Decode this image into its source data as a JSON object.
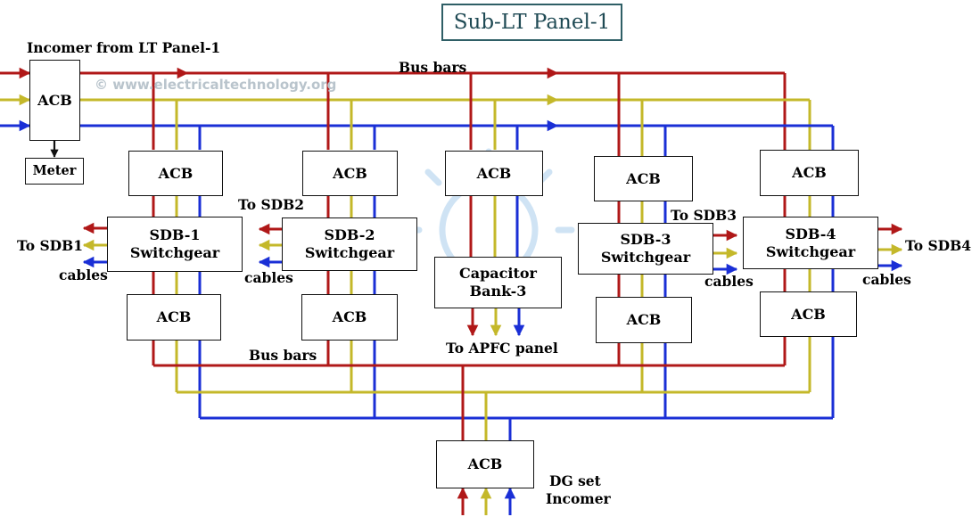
{
  "title": "Sub-LT Panel-1",
  "watermark": "© www.electricaltechnology.org",
  "colors": {
    "red": "#b01818",
    "yellow": "#c4b82a",
    "blue": "#1a2fd6",
    "watermark_bulb": "#cfe3f4"
  },
  "labels": {
    "incomer": "Incomer from LT Panel-1",
    "bus_bars_top": "Bus bars",
    "bus_bars_bottom": "Bus bars",
    "to_sdb1": "To SDB1",
    "cables_1": "cables",
    "to_sdb2": "To SDB2",
    "cables_2": "cables",
    "to_apfc": "To APFC panel",
    "to_sdb3": "To SDB3",
    "cables_3": "cables",
    "to_sdb4": "To SDB4",
    "cables_4": "cables",
    "dg_set": "DG set",
    "dg_incomer": "Incomer"
  },
  "blocks": {
    "incomer_acb": "ACB",
    "meter": "Meter",
    "acb_top_1": "ACB",
    "acb_top_2": "ACB",
    "acb_top_3": "ACB",
    "acb_top_4": "ACB",
    "acb_top_5": "ACB",
    "sdb1_line1": "SDB-1",
    "sdb1_line2": "Switchgear",
    "sdb2_line1": "SDB-2",
    "sdb2_line2": "Switchgear",
    "cap_line1": "Capacitor",
    "cap_line2": "Bank-3",
    "sdb3_line1": "SDB-3",
    "sdb3_line2": "Switchgear",
    "sdb4_line1": "SDB-4",
    "sdb4_line2": "Switchgear",
    "acb_bot_1": "ACB",
    "acb_bot_2": "ACB",
    "acb_bot_3": "ACB",
    "acb_bot_4": "ACB",
    "dg_acb": "ACB"
  }
}
